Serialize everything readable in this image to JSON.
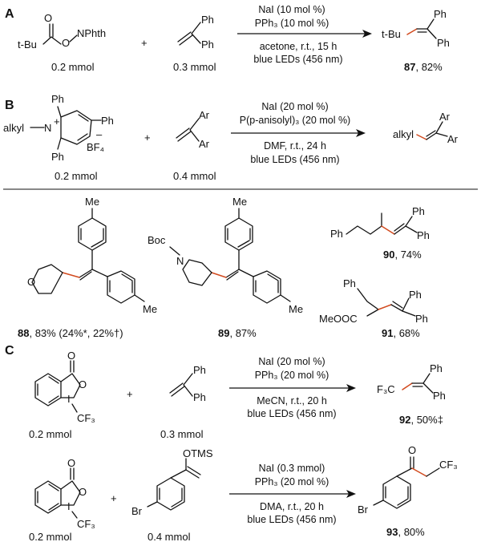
{
  "sections": {
    "a": {
      "letter": "A",
      "reactant1": {
        "frag_tbu": "t-Bu",
        "frag_o": "O",
        "frag_nphth": "NPhth",
        "amount": "0.2 mmol"
      },
      "plus": "+",
      "reactant2": {
        "ph1": "Ph",
        "ph2": "Ph",
        "amount": "0.3 mmol"
      },
      "conditions": {
        "above1": "NaI (10 mol %)",
        "above2": "PPh₃ (10 mol %)",
        "below1": "acetone, r.t., 15 h",
        "below2": "blue LEDs (456 nm)"
      },
      "product": {
        "frag_tbu": "t-Bu",
        "ph1": "Ph",
        "ph2": "Ph",
        "number": "87",
        "yield": ", 82%"
      }
    },
    "b": {
      "letter": "B",
      "reactant1": {
        "ph_top": "Ph",
        "ph_right": "Ph",
        "ph_bottom": "Ph",
        "alkyl": "alkyl",
        "nplus": "N",
        "plus_sign": "+",
        "bf4": "BF₄",
        "minus": "–",
        "amount": "0.2 mmol"
      },
      "plus": "+",
      "reactant2": {
        "ar1": "Ar",
        "ar2": "Ar",
        "amount": "0.4 mmol"
      },
      "conditions": {
        "above1": "NaI (20 mol %)",
        "above2": "P(p-anisolyl)₃ (20 mol %)",
        "below1": "DMF, r.t., 24 h",
        "below2": "blue LEDs (456 nm)"
      },
      "product": {
        "alkyl": "alkyl",
        "ar1": "Ar",
        "ar2": "Ar"
      },
      "examples": {
        "p88": {
          "o": "O",
          "me1": "Me",
          "me2": "Me",
          "number": "88",
          "yield": ", 83% (24%*, 22%†)"
        },
        "p89": {
          "boc": "Boc",
          "n": "N",
          "me1": "Me",
          "me2": "Me",
          "number": "89",
          "yield": ", 87%"
        },
        "p90": {
          "ph_left": "Ph",
          "ph1": "Ph",
          "ph2": "Ph",
          "number": "90",
          "yield": ", 74%"
        },
        "p91": {
          "ph_top": "Ph",
          "meooc": "MeOOC",
          "ph1": "Ph",
          "ph2": "Ph",
          "number": "91",
          "yield": ", 68%"
        }
      }
    },
    "c": {
      "letter": "C",
      "row1": {
        "reactant1": {
          "o_carbonyl": "O",
          "o_ring": "O",
          "i": "I",
          "cf3": "CF₃",
          "amount": "0.2 mmol"
        },
        "plus": "+",
        "reactant2": {
          "ph1": "Ph",
          "ph2": "Ph",
          "amount": "0.3 mmol"
        },
        "conditions": {
          "above1": "NaI (20 mol %)",
          "above2": "PPh₃ (20 mol %)",
          "below1": "MeCN, r.t., 20 h",
          "below2": "blue LEDs (456 nm)"
        },
        "product": {
          "cf3": "F₃C",
          "ph1": "Ph",
          "ph2": "Ph",
          "number": "92",
          "yield": ", 50%‡"
        }
      },
      "row2": {
        "reactant1": {
          "o_carbonyl": "O",
          "o_ring": "O",
          "i": "I",
          "cf3": "CF₃",
          "amount": "0.2 mmol"
        },
        "plus": "+",
        "reactant2": {
          "otms": "OTMS",
          "br": "Br",
          "amount": "0.4 mmol"
        },
        "conditions": {
          "above1": "NaI (0.3 mmol)",
          "above2": "PPh₃ (20 mol %)",
          "below1": "DMA, r.t., 20 h",
          "below2": "blue LEDs (456 nm)"
        },
        "product": {
          "o": "O",
          "cf3": "CF₃",
          "br": "Br",
          "number": "93",
          "yield": ", 80%"
        }
      }
    }
  }
}
